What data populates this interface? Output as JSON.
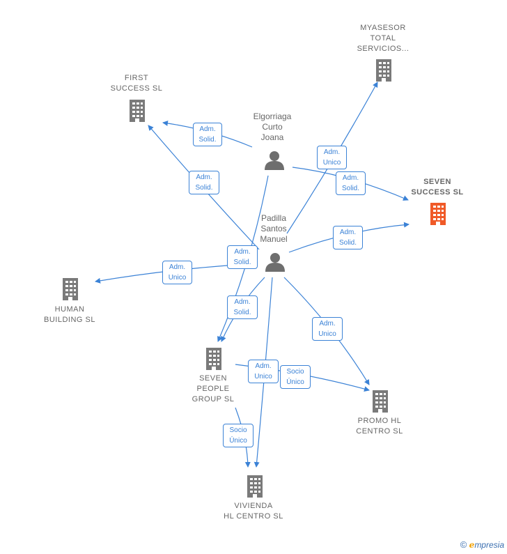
{
  "nodes": {
    "myasesor": {
      "label": "MYASESOR\nTOTAL\nSERVICIOS..."
    },
    "first_success": {
      "label": "FIRST\nSUCCESS  SL"
    },
    "seven_success": {
      "label": "SEVEN\nSUCCESS  SL"
    },
    "human_building": {
      "label": "HUMAN\nBUILDING  SL"
    },
    "seven_people": {
      "label": "SEVEN\nPEOPLE\nGROUP  SL"
    },
    "promo_hl": {
      "label": "PROMO HL\nCENTRO  SL"
    },
    "vivienda_hl": {
      "label": "VIVIENDA\nHL CENTRO  SL"
    }
  },
  "persons": {
    "elgorriaga": {
      "label": "Elgorriaga\nCurto\nJoana"
    },
    "padilla": {
      "label": "Padilla\nSantos\nManuel"
    }
  },
  "edges": {
    "e1": "Adm.\nSolid.",
    "e2": "Adm.\nSolid.",
    "e3": "Adm.\nUnico",
    "e4": "Adm.\nSolid.",
    "e5": "Adm.\nSolid.",
    "e6": "Adm.\nSolid.",
    "e7": "Adm.\nUnico",
    "e8": "Adm.\nSolid.",
    "e9": "Adm.\nUnico",
    "e10": "Adm.\nUnico",
    "e11": "Socio\nÚnico",
    "e12": "Socio\nÚnico"
  },
  "colors": {
    "edge": "#3b82d6",
    "building": "#7a7a7a",
    "highlight": "#f05a28",
    "person": "#6e6e6e"
  },
  "footer": {
    "copyright": "©",
    "brand_e": "e",
    "brand_rest": "mpresia"
  }
}
